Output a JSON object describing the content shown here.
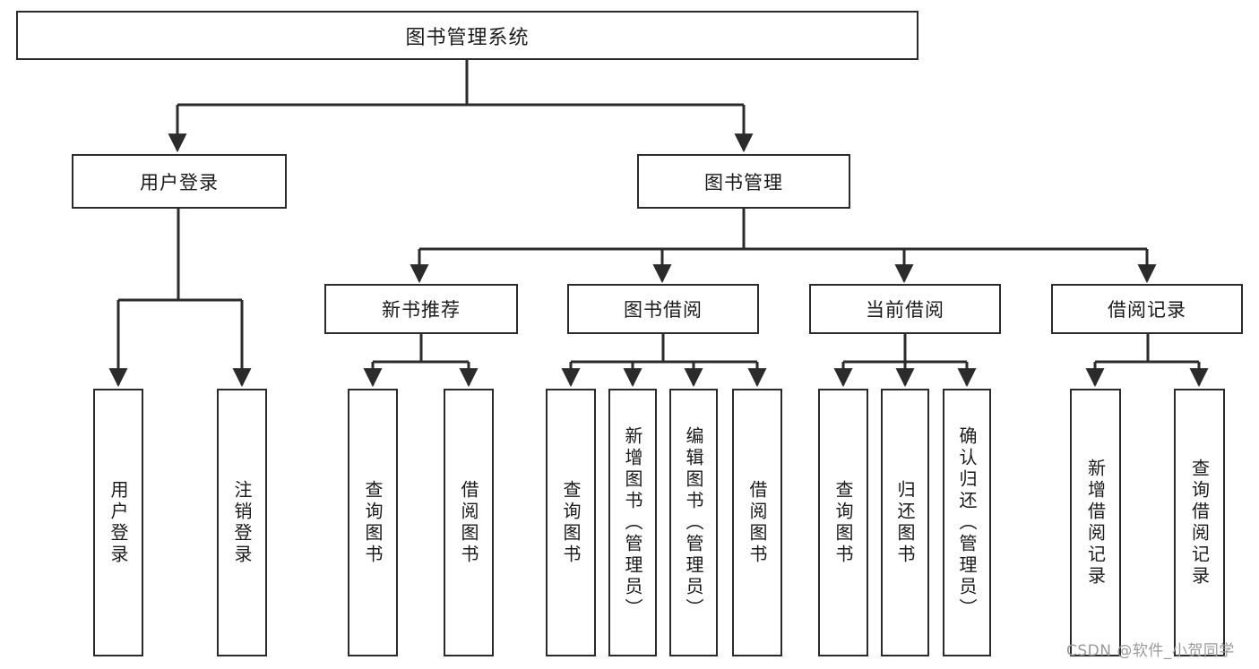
{
  "diagram": {
    "type": "tree",
    "title": "图书管理系统",
    "orientation": "top-down",
    "colors": {
      "box_border": "#2b2b2b",
      "box_fill": "#ffffff",
      "edge": "#2b2b2b",
      "text": "#1a1a1a",
      "watermark": "#9a9a9a"
    },
    "root": {
      "label": "图书管理系统"
    },
    "level2": [
      {
        "label": "用户登录"
      },
      {
        "label": "图书管理"
      }
    ],
    "level3": [
      {
        "label": "新书推荐"
      },
      {
        "label": "图书借阅"
      },
      {
        "label": "当前借阅"
      },
      {
        "label": "借阅记录"
      }
    ],
    "leaves": {
      "user_login": [
        {
          "label": "用户登录"
        },
        {
          "label": "注销登录"
        }
      ],
      "new_book": [
        {
          "label": "查询图书"
        },
        {
          "label": "借阅图书"
        }
      ],
      "borrow": [
        {
          "label": "查询图书"
        },
        {
          "label": "新增图书（管理员）"
        },
        {
          "label": "编辑图书（管理员）"
        },
        {
          "label": "借阅图书"
        }
      ],
      "current": [
        {
          "label": "查询图书"
        },
        {
          "label": "归还图书"
        },
        {
          "label": "确认归还（管理员）"
        }
      ],
      "records": [
        {
          "label": "新增借阅记录"
        },
        {
          "label": "查询借阅记录"
        }
      ]
    }
  },
  "watermark": {
    "text": "CSDN @软件_小贺同学"
  }
}
